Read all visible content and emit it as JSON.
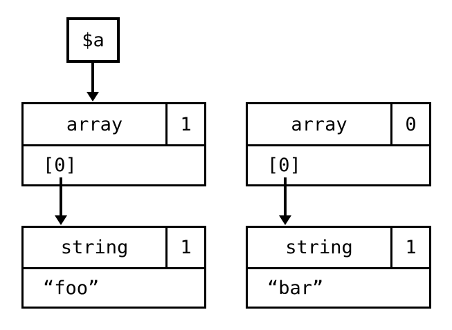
{
  "colors": {
    "background": "#ffffff",
    "stroke": "#000000"
  },
  "variable_box": {
    "label": "$a"
  },
  "left_array": {
    "type": "array",
    "refcount": "1",
    "key": "[0]"
  },
  "right_array": {
    "type": "array",
    "refcount": "0",
    "key": "[0]"
  },
  "left_string": {
    "type": "string",
    "refcount": "1",
    "value": "“foo”"
  },
  "right_string": {
    "type": "string",
    "refcount": "1",
    "value": "“bar”"
  }
}
